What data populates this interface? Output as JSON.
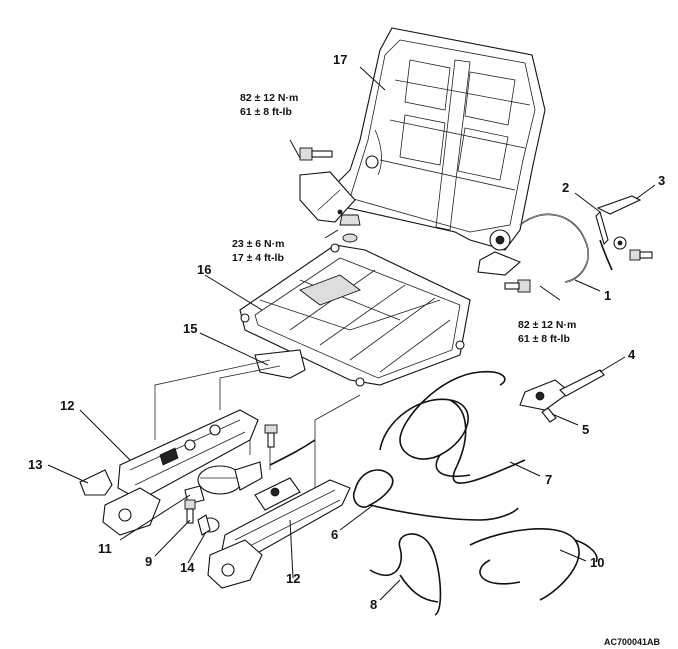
{
  "figure_code": "AC700041AB",
  "torque_specs": {
    "seatback_bolt_left": {
      "metric": "82 ± 12 N·m",
      "imperial": "61 ± 8 ft-lb"
    },
    "cushion_nut": {
      "metric": "23 ± 6 N·m",
      "imperial": "17 ± 4 ft-lb"
    },
    "seatback_bolt_right": {
      "metric": "82 ± 12 N·m",
      "imperial": "61 ± 8 ft-lb"
    }
  },
  "callouts": {
    "c1": "1",
    "c2": "2",
    "c3": "3",
    "c4": "4",
    "c5": "5",
    "c6": "6",
    "c7": "7",
    "c8": "8",
    "c9": "9",
    "c10": "10",
    "c11": "11",
    "c12a": "12",
    "c12b": "12",
    "c13": "13",
    "c14": "14",
    "c15": "15",
    "c16": "16",
    "c17": "17"
  }
}
